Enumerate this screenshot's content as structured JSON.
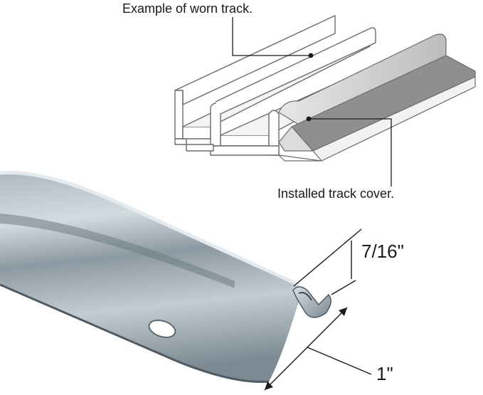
{
  "callouts": {
    "worn_track": "Example of worn track.",
    "installed_cover": "Installed track cover."
  },
  "dimensions": {
    "height": "7/16\"",
    "width": "1\""
  },
  "colors": {
    "line": "#1a1a1a",
    "track_outline": "#6b6b6b",
    "metal_light": "#c9d2d9",
    "metal_mid": "#98a4ad",
    "metal_dark": "#5b666e",
    "cover_fill": "#8f8f8f",
    "cover_light": "#dcdcdc"
  }
}
